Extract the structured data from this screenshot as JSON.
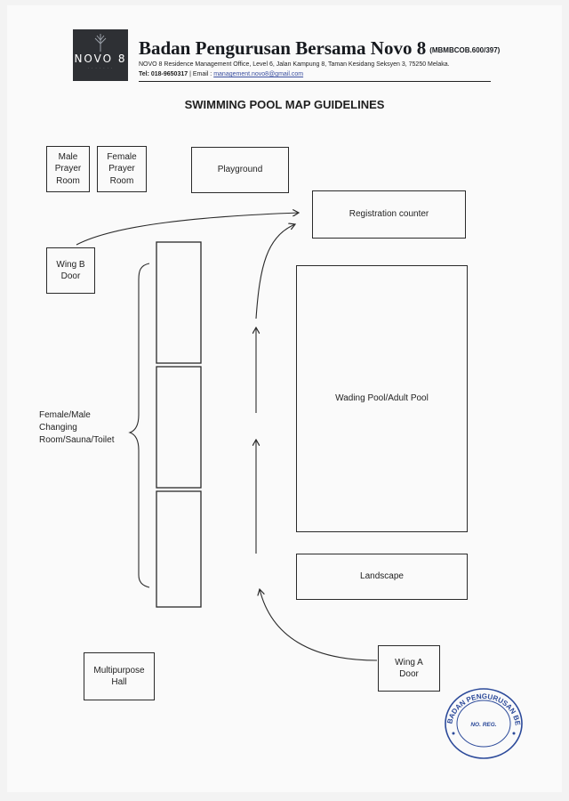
{
  "header": {
    "logo_text": "NOVO 8",
    "org_name": "Badan Pengurusan Bersama Novo 8",
    "org_ref": "(MBMBCOB.600/397)",
    "address": "NOVO 8 Residence Management Office, Level 6, Jalan Kampung 8, Taman Kesidang Seksyen 3, 75250 Melaka.",
    "tel": "Tel: 018-9650317",
    "email_label": "| Email :",
    "email": "management.novo8@gmail.com"
  },
  "title": "SWIMMING POOL MAP GUIDELINES",
  "areas": {
    "male_prayer": "Male\nPrayer\nRoom",
    "female_prayer": "Female\nPrayer\nRoom",
    "playground": "Playground",
    "registration": "Registration counter",
    "wing_b": "Wing B\nDoor",
    "pool": "Wading Pool/Adult Pool",
    "changing": "Female/Male\nChanging\nRoom/Sauna/Toilet",
    "landscape": "Landscape",
    "wing_a": "Wing A\nDoor",
    "multipurpose": "Multipurpose\nHall"
  },
  "colors": {
    "line": "#2a2a2a",
    "stamp": "#2c4a9a"
  }
}
